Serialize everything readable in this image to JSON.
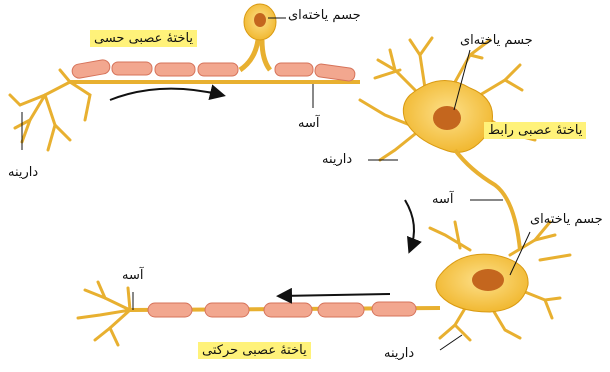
{
  "labels": {
    "sensory_neuron": "یاختهٔ عصبی حسی",
    "interneuron": "یاختهٔ عصبی رابط",
    "motor_neuron": "یاختهٔ عصبی حرکتی",
    "cell_body_sensory": "جسم یاخته‌ای",
    "cell_body_inter": "جسم یاخته‌ای",
    "cell_body_motor": "جسم یاخته‌ای",
    "axon_sensory": "آسه",
    "axon_inter": "آسه",
    "axon_motor": "آسه",
    "dendrite_sensory": "دارینه",
    "dendrite_inter": "دارینه",
    "dendrite_motor": "دارینه"
  },
  "colors": {
    "cell": "#f5c23a",
    "cell_edge": "#d99a12",
    "nucleus": "#c4661e",
    "myelin": "#f2a78f",
    "myelin_edge": "#d6735a",
    "label_highlight": "#fff27a",
    "arrow": "#111111"
  }
}
